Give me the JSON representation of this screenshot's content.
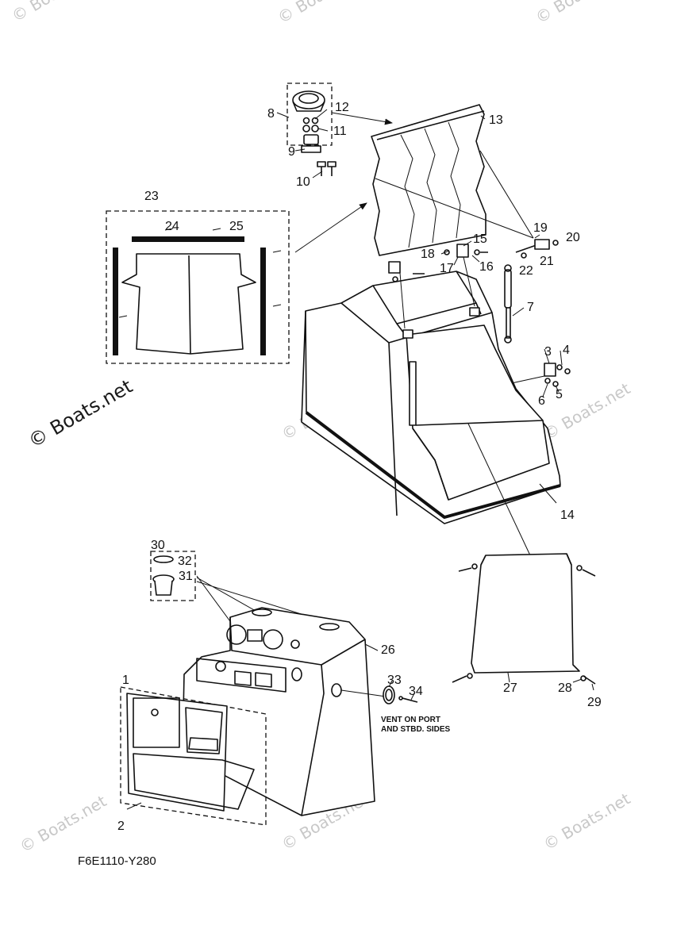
{
  "watermark": {
    "text": "© Boats.net",
    "color": "#c8c8c8"
  },
  "diagram_code": "F6E1110-Y280",
  "vent_note": {
    "line1": "VENT ON PORT",
    "line2": "AND STBD. SIDES"
  },
  "callouts": [
    "1",
    "2",
    "3",
    "4",
    "5",
    "6",
    "7",
    "8",
    "9",
    "10",
    "11",
    "12",
    "13",
    "14",
    "15",
    "16",
    "17",
    "18",
    "19",
    "20",
    "21",
    "22",
    "23",
    "24",
    "25",
    "26",
    "27",
    "28",
    "29",
    "30",
    "31",
    "32",
    "33",
    "34"
  ]
}
